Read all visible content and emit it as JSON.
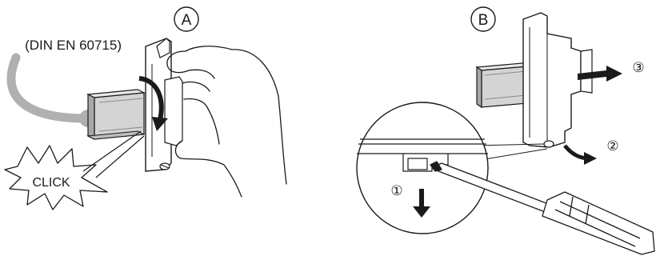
{
  "panel_a": {
    "marker": "A",
    "rail_label": "(DIN EN 60715)",
    "click_label": "CLICK"
  },
  "panel_b": {
    "marker": "B",
    "steps": [
      "①",
      "②",
      "③"
    ]
  },
  "colors": {
    "line": "#1a1a1a",
    "rail_fill": "#d4d4d4",
    "rail_shade": "#a8a8a8",
    "callout_line": "#b0b0b0",
    "arrow": "#1a1a1a",
    "background": "#ffffff"
  }
}
